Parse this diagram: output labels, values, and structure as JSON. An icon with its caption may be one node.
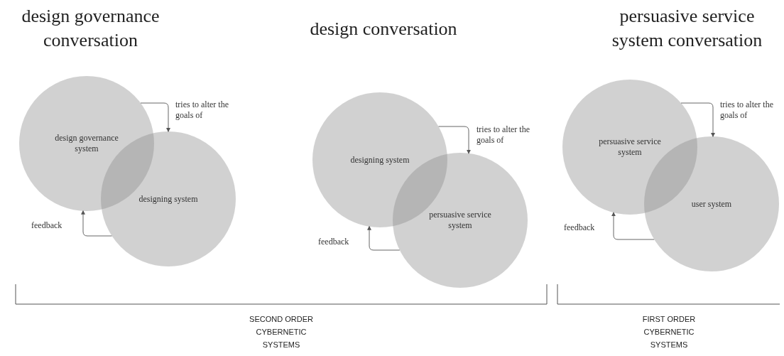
{
  "diagram": {
    "nodes": [
      {
        "text": [
          "design governance system"
        ]
      },
      {
        "text": [
          "designing system"
        ]
      },
      {
        "text": [
          "designing system"
        ]
      },
      {
        "text": [
          "persuasive service system"
        ]
      },
      {
        "text": [
          "persuasive service system"
        ]
      },
      {
        "text": [
          "user system"
        ]
      }
    ],
    "edges": [
      {
        "from": 0,
        "to": 1,
        "arrow": "to",
        "label": "tries to alter the goals of"
      },
      {
        "from": 1,
        "to": 0,
        "arrow": "to",
        "label": "feedback"
      },
      {
        "from": 2,
        "to": 3,
        "arrow": "to",
        "label": "tries to alter the goals of"
      },
      {
        "from": 3,
        "to": 2,
        "arrow": "to",
        "label": "feedback"
      },
      {
        "from": 4,
        "to": 5,
        "arrow": "to",
        "label": "tries to alter the goals of"
      },
      {
        "from": 5,
        "to": 4,
        "arrow": "to",
        "label": "feedback"
      }
    ],
    "labels": [
      "design governance conversation",
      "design conversation",
      "persuasive service system conversation",
      "SECOND ORDER CYBERNETIC SYSTEMS",
      "FIRST ORDER CYBERNETIC SYSTEMS"
    ]
  }
}
